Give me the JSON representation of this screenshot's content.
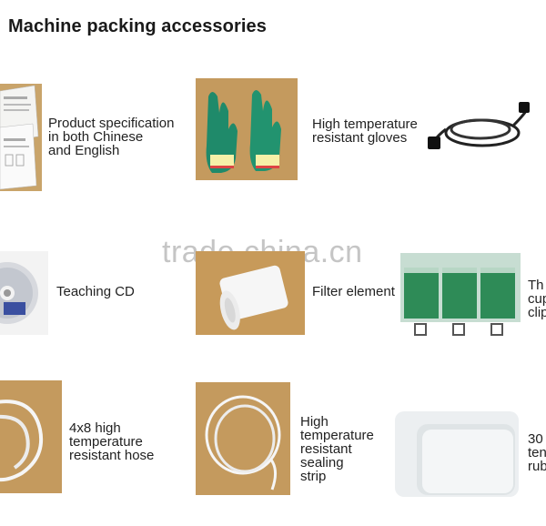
{
  "page": {
    "title": "Machine packing accessories",
    "watermark": "trade.china.cn"
  },
  "items": [
    {
      "caption": "Product specification\nin both Chinese\nand English",
      "icon": "manual-booklet-icon"
    },
    {
      "caption": "High temperature\nresistant gloves",
      "icon": "gloves-icon"
    },
    {
      "caption": "",
      "icon": "power-cord-icon"
    },
    {
      "caption": "Teaching CD",
      "icon": "cd-icon"
    },
    {
      "caption": "Filter element",
      "icon": "filter-element-icon"
    },
    {
      "caption": "Th\ncup\nclip",
      "icon": "cup-clip-icon"
    },
    {
      "caption": "4x8 high\ntemperature\nresistant hose",
      "icon": "hose-icon"
    },
    {
      "caption": "High\ntemperature\nresistant\nsealing\nstrip",
      "icon": "sealing-strip-icon"
    },
    {
      "caption": "30\nten\nrub",
      "icon": "rubber-sheet-icon"
    }
  ],
  "colors": {
    "accent_green": "#2e8b57",
    "background": "#ffffff",
    "text": "#1a1a1a"
  }
}
